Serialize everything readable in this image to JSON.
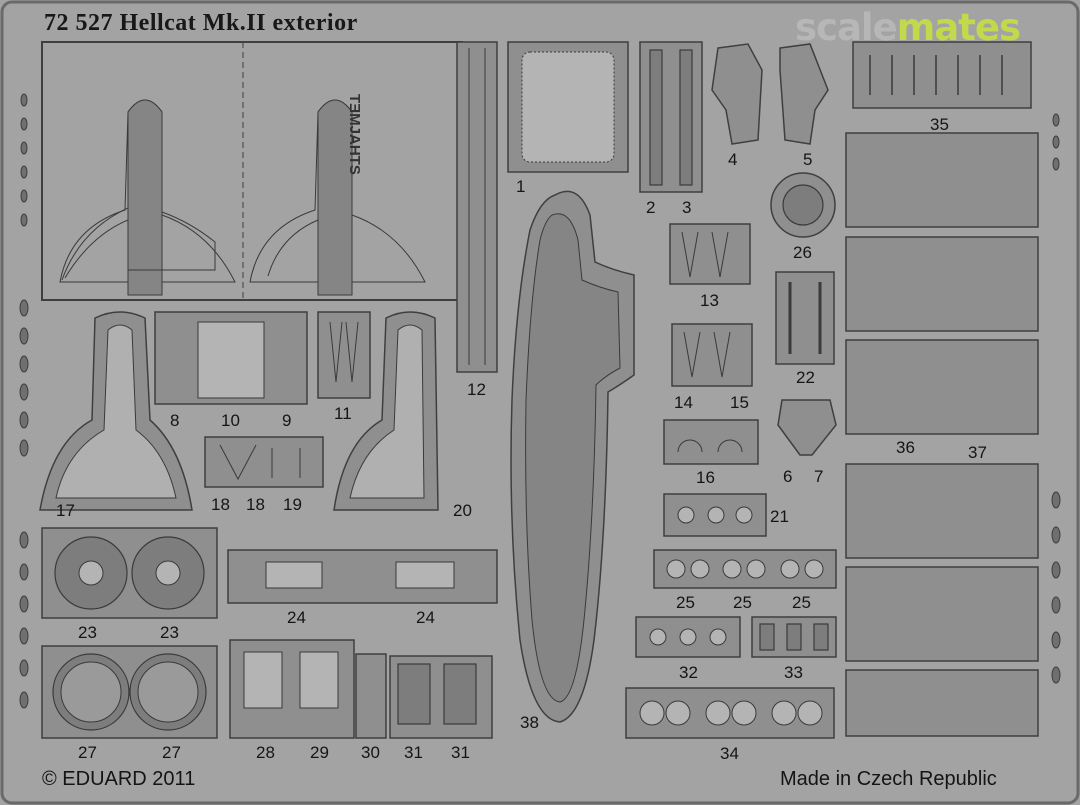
{
  "title": "72 527  Hellcat Mk.II exterior",
  "logo": {
    "part1": "scale",
    "part2": "mates"
  },
  "mirrored_label": "TƎMJAHTS",
  "copyright": "© EDUARD 2011",
  "origin": "Made in Czech Republic",
  "part_numbers": {
    "p1": "1",
    "p2": "2",
    "p3": "3",
    "p4": "4",
    "p5": "5",
    "p6": "6",
    "p7": "7",
    "p8": "8",
    "p9": "9",
    "p10": "10",
    "p11": "11",
    "p12": "12",
    "p13": "13",
    "p14": "14",
    "p15": "15",
    "p16": "16",
    "p17": "17",
    "p18a": "18",
    "p18b": "18",
    "p19": "19",
    "p20": "20",
    "p21": "21",
    "p22": "22",
    "p23a": "23",
    "p23b": "23",
    "p24a": "24",
    "p24b": "24",
    "p25a": "25",
    "p25b": "25",
    "p25c": "25",
    "p26": "26",
    "p27a": "27",
    "p27b": "27",
    "p28": "28",
    "p29": "29",
    "p30": "30",
    "p31a": "31",
    "p31b": "31",
    "p32": "32",
    "p33": "33",
    "p34": "34",
    "p35": "35",
    "p36": "36",
    "p37": "37",
    "p38": "38"
  },
  "colors": {
    "fret": "#a3a3a3",
    "part": "#8f8f8f",
    "outline": "#4a4a4a",
    "logo_green": "#c1d94a"
  }
}
